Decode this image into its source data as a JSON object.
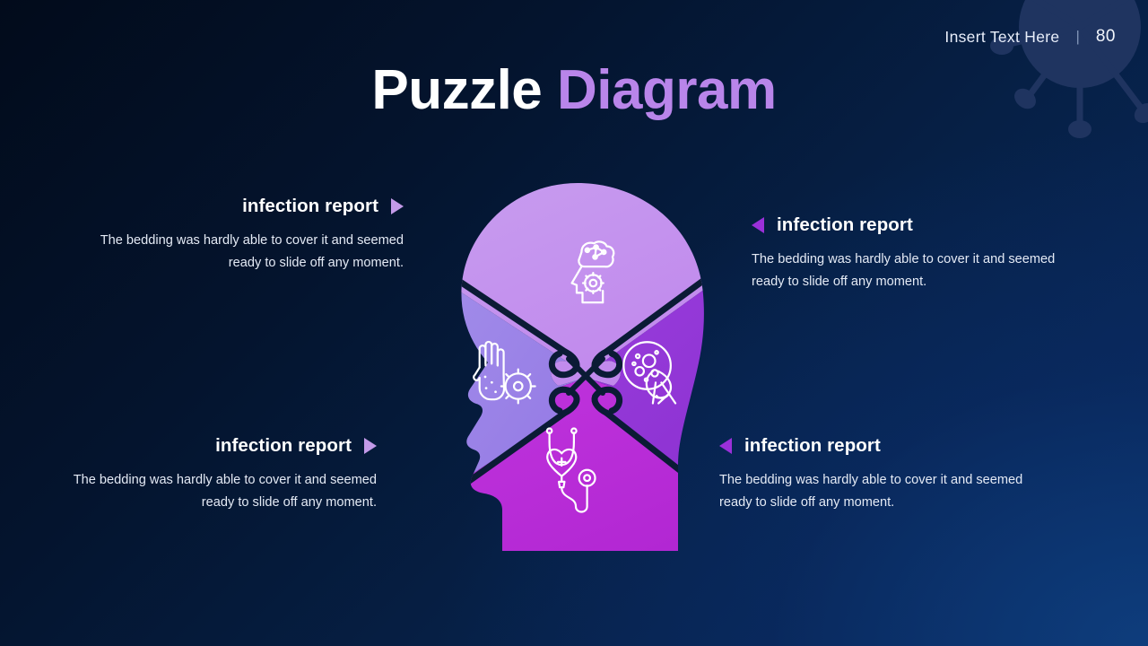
{
  "header": {
    "text": "Insert Text Here",
    "separator": "|",
    "page_number": "80"
  },
  "title": {
    "word1": "Puzzle",
    "word2": "Diagram"
  },
  "colors": {
    "background_dark": "#020b1b",
    "background_light": "#0a2a60",
    "accent_light": "#c39ae8",
    "accent_strong": "#9b30d9",
    "title_accent": "#b985ea",
    "piece_top": "#c79bee",
    "piece_left": "#9b82e6",
    "piece_right": "#8f35d4",
    "piece_bottom": "#bb2fd8",
    "virus_deco": "#1f3460"
  },
  "callouts": [
    {
      "id": "top-left",
      "label": "infection report",
      "body": "The bedding was hardly able to cover it and seemed ready to slide off any moment.",
      "marker": "triangle-right-icon"
    },
    {
      "id": "top-right",
      "label": "infection report",
      "body": "The bedding was hardly able to cover it and seemed ready to slide off any moment.",
      "marker": "triangle-left-icon"
    },
    {
      "id": "bottom-left",
      "label": "infection report",
      "body": "The bedding was hardly able to cover it and seemed ready to slide off any moment.",
      "marker": "triangle-right-icon"
    },
    {
      "id": "bottom-right",
      "label": "infection report",
      "body": "The bedding was hardly able to cover it and seemed ready to slide off any moment.",
      "marker": "triangle-left-icon"
    }
  ],
  "diagram": {
    "type": "puzzle-head-4-piece",
    "shape": "human-head-profile",
    "pieces": [
      {
        "position": "top",
        "icon": "head-brain-gear-icon",
        "fill": "#c79bee"
      },
      {
        "position": "left",
        "icon": "hand-germs-icon",
        "fill": "#9b82e6"
      },
      {
        "position": "right",
        "icon": "cell-ribbon-icon",
        "fill": "#8f35d4"
      },
      {
        "position": "bottom",
        "icon": "stethoscope-heart-icon",
        "fill": "#bb2fd8"
      }
    ]
  }
}
